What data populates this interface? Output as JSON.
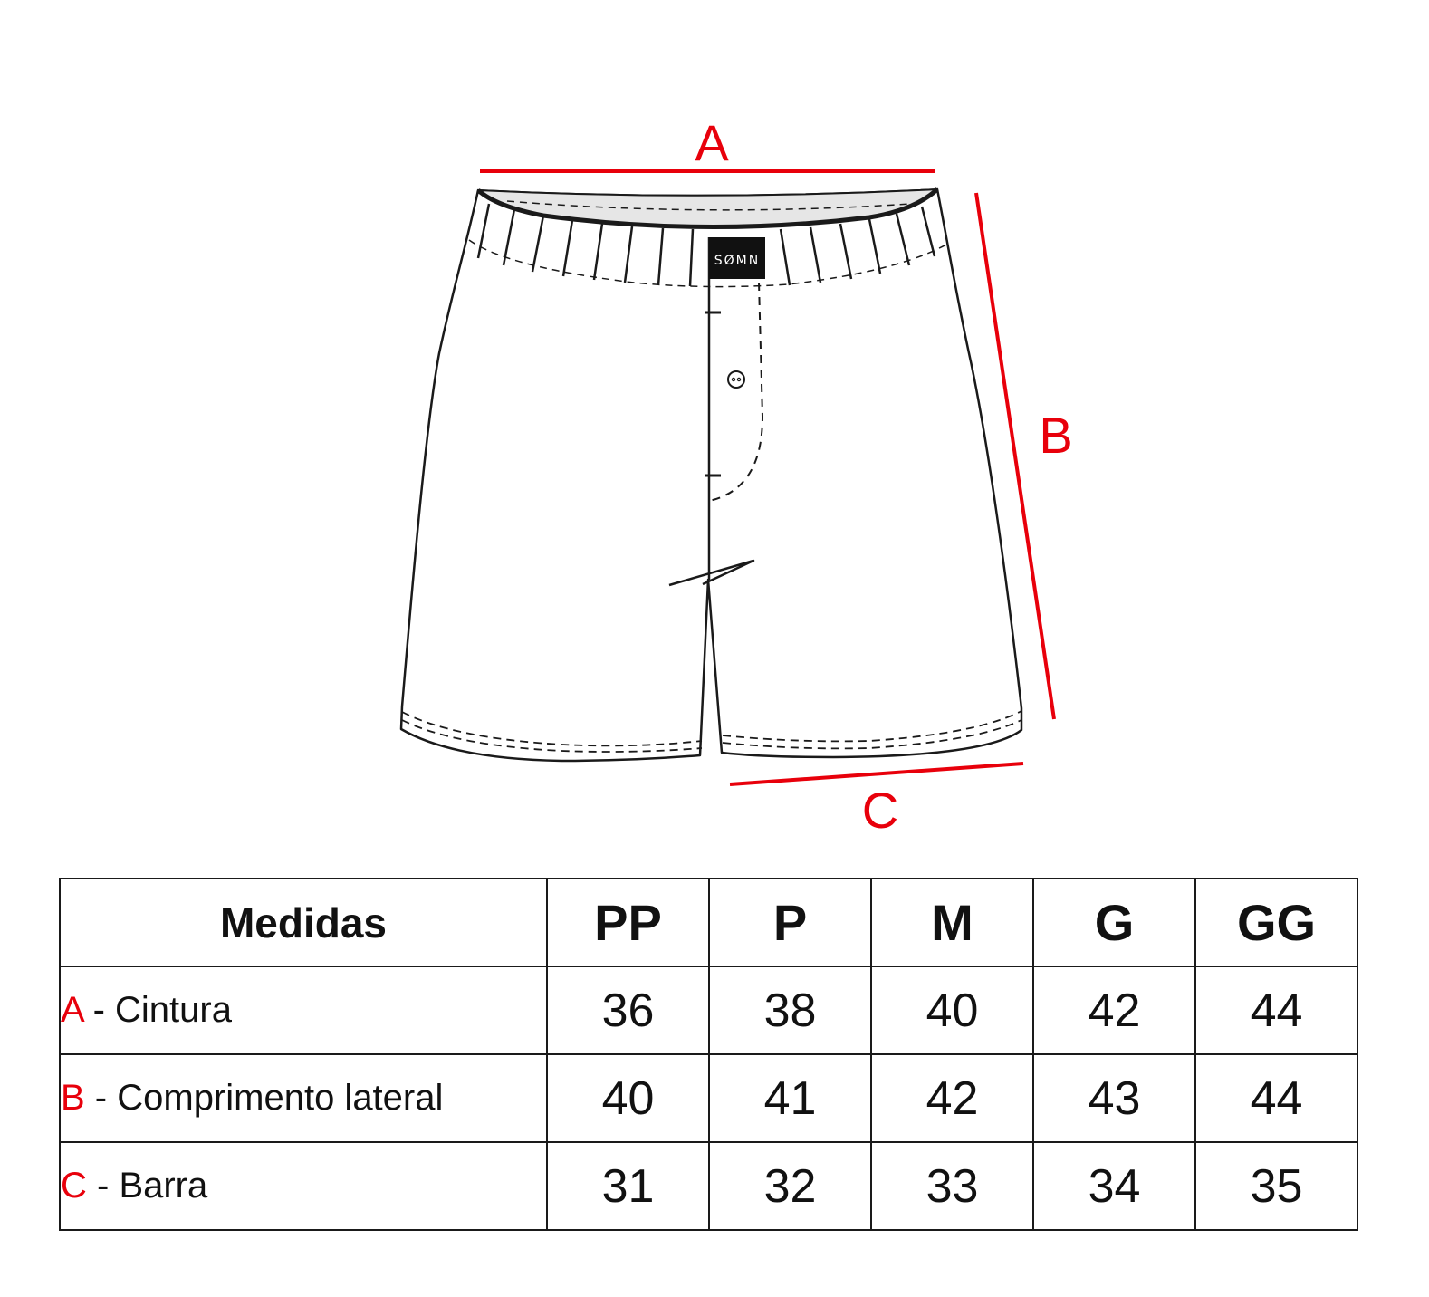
{
  "diagram": {
    "brand": "SØMN",
    "dimension_labels": {
      "a": "A",
      "b": "B",
      "c": "C"
    },
    "colors": {
      "dimension_line": "#e8000b",
      "outline": "#1a1a1a",
      "waistband_inner": "#e6e6e6",
      "label_patch": "#111111"
    }
  },
  "table": {
    "header": {
      "measure": "Medidas",
      "sizes": [
        "PP",
        "P",
        "M",
        "G",
        "GG"
      ]
    },
    "rows": [
      {
        "code": "A",
        "label": " - Cintura",
        "values": [
          "36",
          "38",
          "40",
          "42",
          "44"
        ]
      },
      {
        "code": "B",
        "label": " - Comprimento lateral",
        "values": [
          "40",
          "41",
          "42",
          "43",
          "44"
        ]
      },
      {
        "code": "C",
        "label": " - Barra",
        "values": [
          "31",
          "32",
          "33",
          "34",
          "35"
        ]
      }
    ]
  }
}
